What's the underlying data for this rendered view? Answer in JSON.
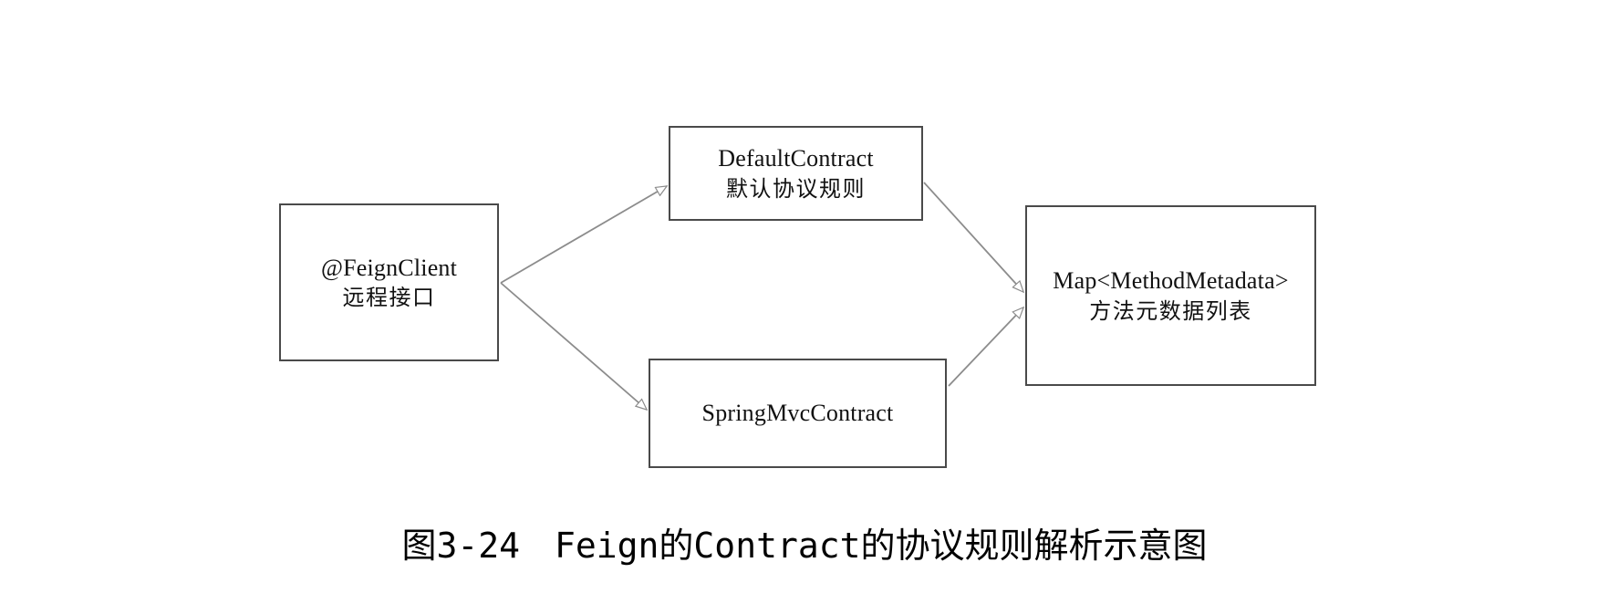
{
  "diagram": {
    "title_caption": "图3-24　Feign的Contract的协议规则解析示意图",
    "background_color": "#ffffff",
    "node_border_color": "#4a4a4a",
    "edge_color": "#8c8c8c",
    "text_color": "#111111",
    "nodes": [
      {
        "id": "feign-client",
        "latin": "@FeignClient",
        "cjk": "远程接口"
      },
      {
        "id": "default-contract",
        "latin": "DefaultContract",
        "cjk": "默认协议规则"
      },
      {
        "id": "spring-mvc-contract",
        "latin": "SpringMvcContract",
        "cjk": ""
      },
      {
        "id": "method-metadata",
        "latin": "Map<MethodMetadata>",
        "cjk": "方法元数据列表"
      }
    ],
    "edges": [
      {
        "id": "feign-to-default",
        "from": "feign-client",
        "to": "default-contract",
        "arrow": "open-triangle"
      },
      {
        "id": "feign-to-springmvc",
        "from": "feign-client",
        "to": "spring-mvc-contract",
        "arrow": "open-triangle"
      },
      {
        "id": "default-to-metadata",
        "from": "default-contract",
        "to": "method-metadata",
        "arrow": "open-triangle"
      },
      {
        "id": "springmvc-to-metadata",
        "from": "spring-mvc-contract",
        "to": "method-metadata",
        "arrow": "open-triangle"
      }
    ]
  }
}
